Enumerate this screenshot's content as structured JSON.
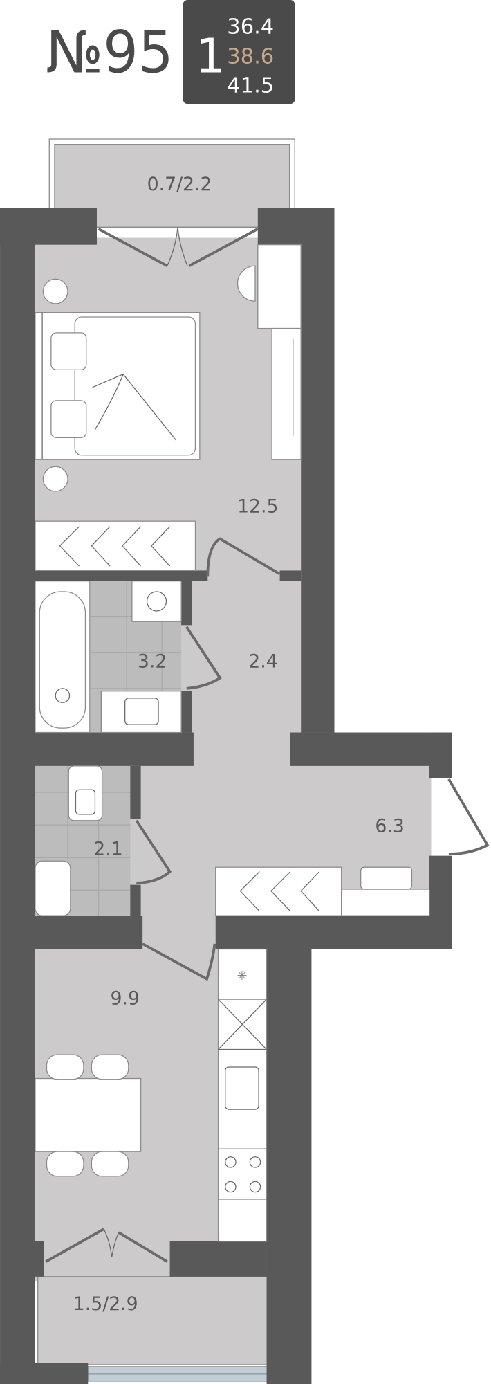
{
  "header": {
    "apartment_number": "№95",
    "rooms": "1",
    "area_living": "36.4",
    "area_total": "38.6",
    "area_with_balcony": "41.5"
  },
  "colors": {
    "wall": "#595959",
    "floor": "#cccacb",
    "accent": "#c8a98c",
    "badge": "#4a4a4a"
  },
  "rooms": {
    "balcony_top": "0.7/2.2",
    "bedroom": "12.5",
    "bathroom": "3.2",
    "corridor": "2.4",
    "hall": "6.3",
    "wc": "2.1",
    "kitchen": "9.9",
    "balcony_bottom": "1.5/2.9"
  }
}
